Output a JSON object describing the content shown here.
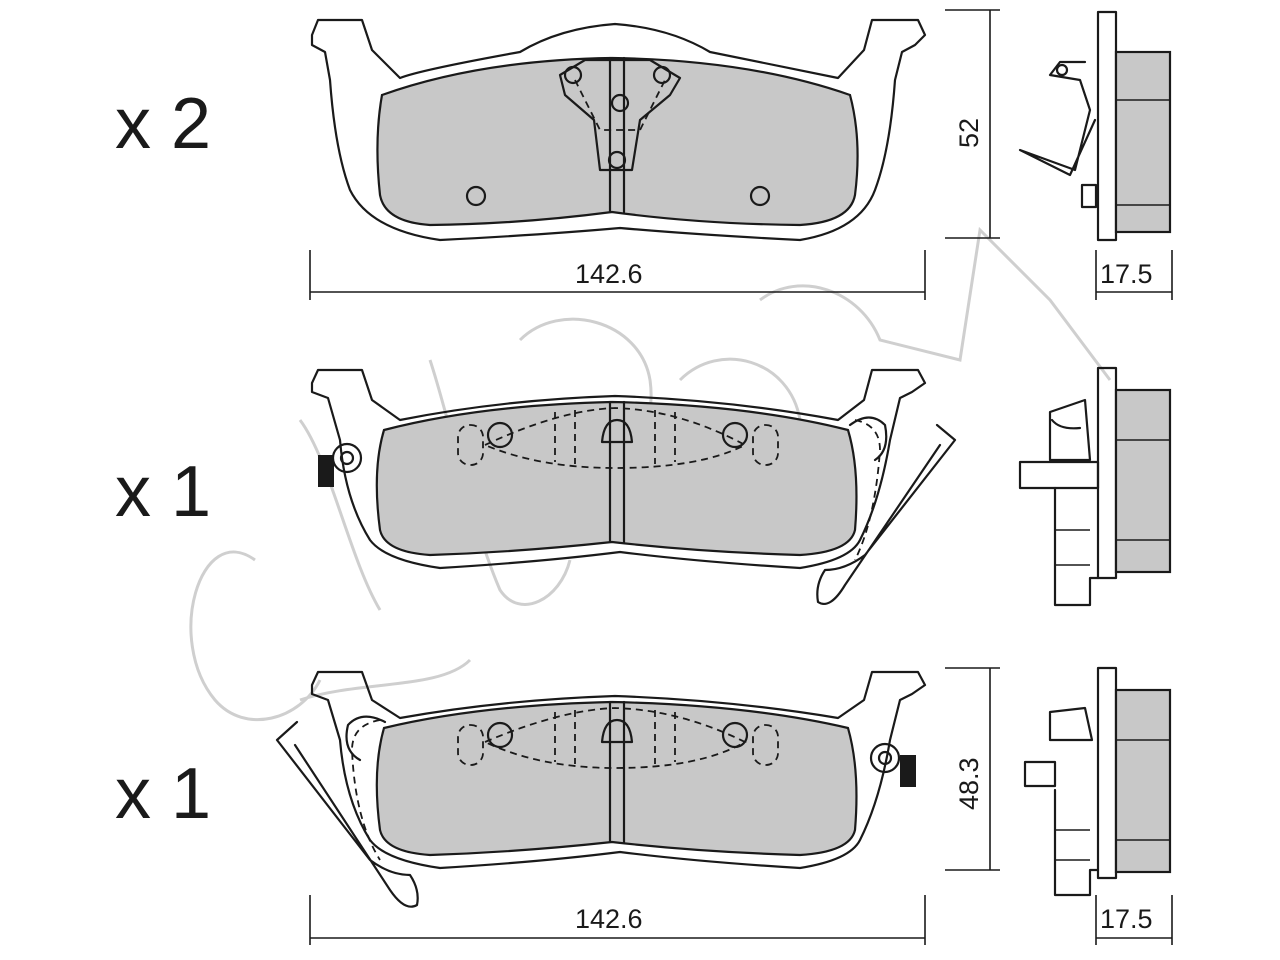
{
  "quantities": {
    "row1": "x 2",
    "row2": "x 1",
    "row3": "x 1"
  },
  "dimensions": {
    "width_top": "142.6",
    "height_top": "52",
    "thickness_top": "17.5",
    "width_bottom": "142.6",
    "height_bottom": "48.3",
    "thickness_bottom": "17.5"
  },
  "colors": {
    "line": "#1a1a1a",
    "friction_material": "#c8c8c8",
    "watermark": "#cfcfcf"
  }
}
